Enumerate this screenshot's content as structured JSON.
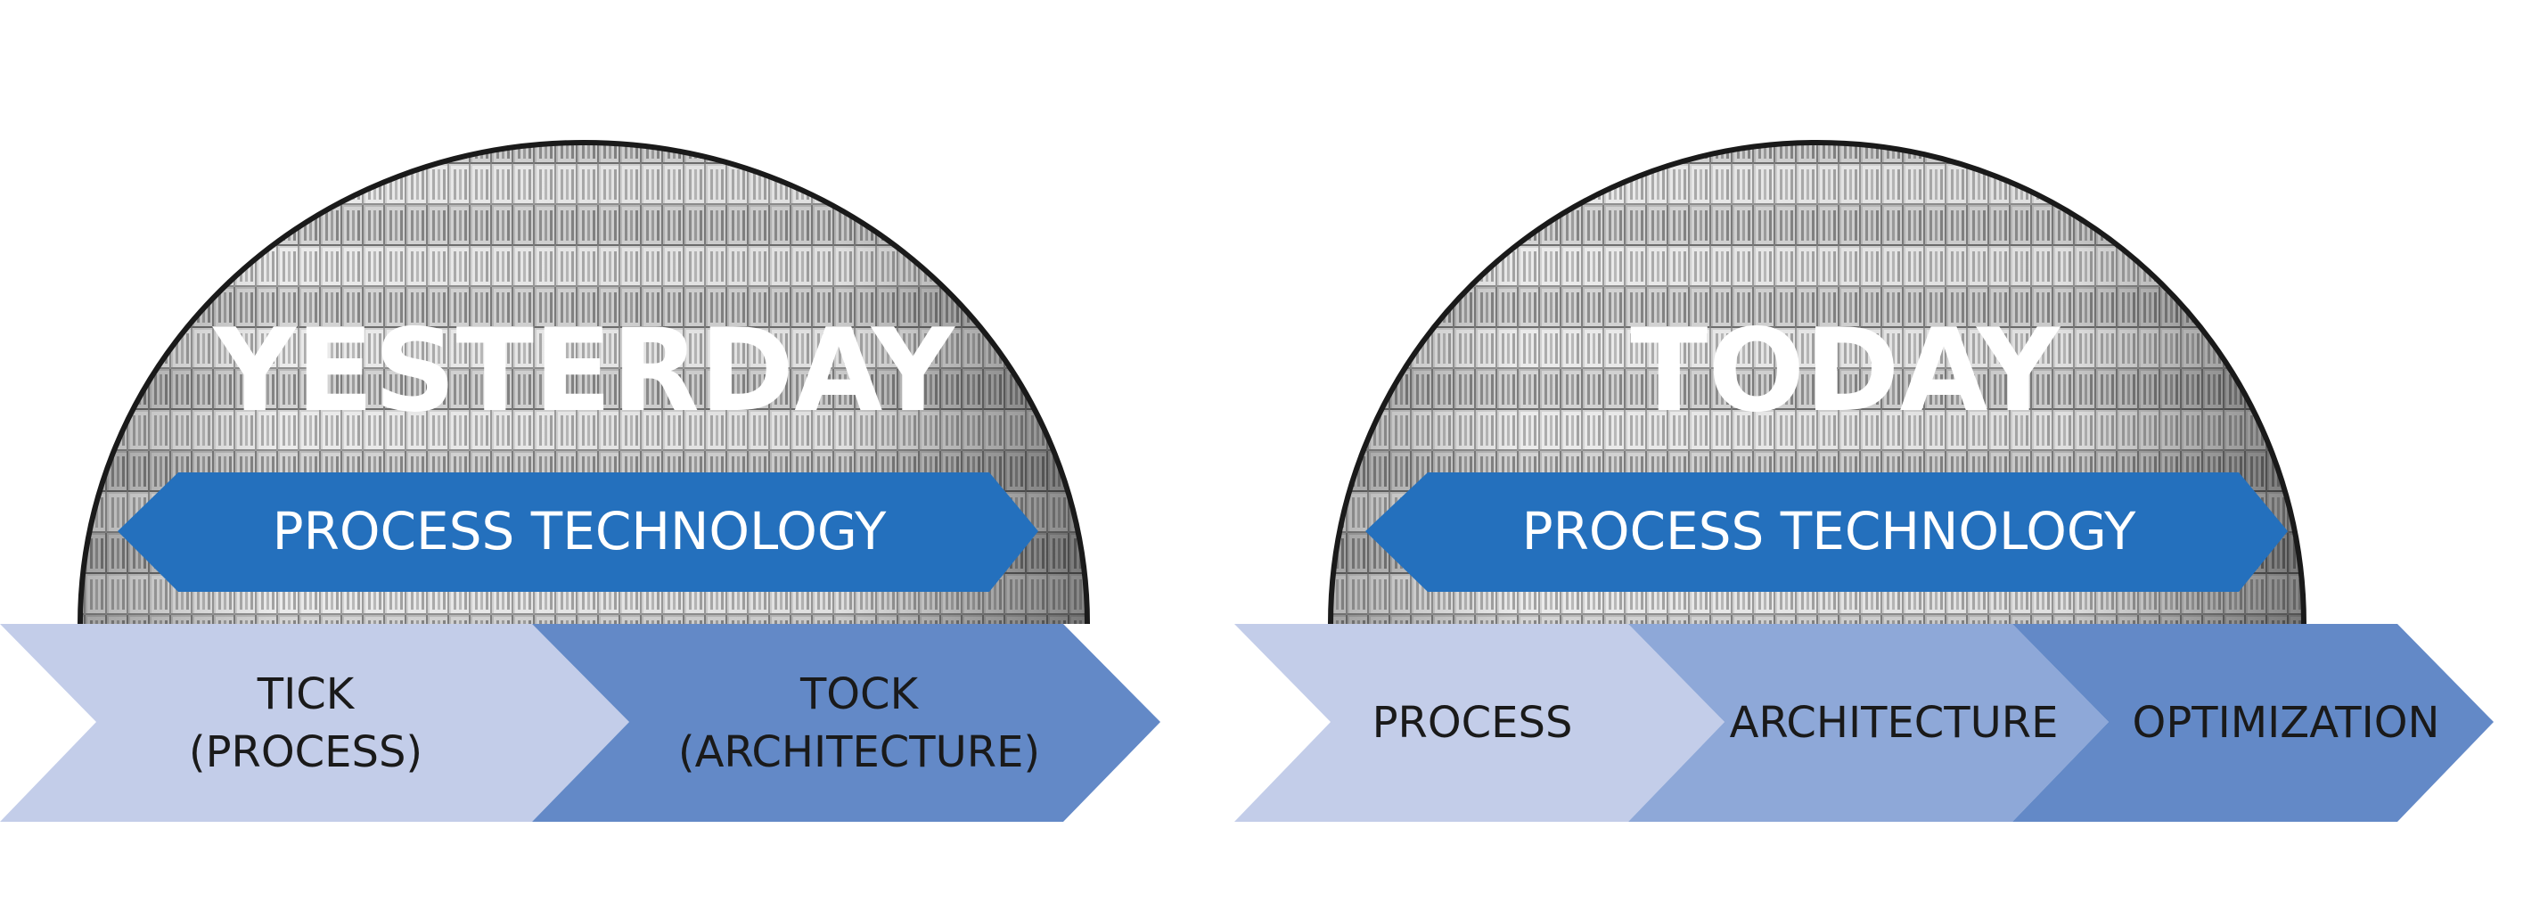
{
  "left_panel": {
    "heading": "YESTERDAY",
    "banner_label": "PROCESS TECHNOLOGY",
    "steps": [
      {
        "lines": [
          "TICK",
          "(PROCESS)"
        ]
      },
      {
        "lines": [
          "TOCK",
          "(ARCHITECTURE)"
        ]
      }
    ]
  },
  "right_panel": {
    "heading": "TODAY",
    "banner_label": "PROCESS TECHNOLOGY",
    "steps": [
      {
        "lines": [
          "PROCESS"
        ]
      },
      {
        "lines": [
          "ARCHITECTURE"
        ]
      },
      {
        "lines": [
          "OPTIMIZATION"
        ]
      }
    ]
  },
  "colors": {
    "banner": "#2470bd",
    "step_light": "#c3cde9",
    "step_medium": "#8ea8d8",
    "step_dark": "#6389c7",
    "heading_text": "#ffffff",
    "banner_text": "#ffffff",
    "step_text": "#1a1a1a",
    "wafer_outline": "#1a1a1a"
  }
}
